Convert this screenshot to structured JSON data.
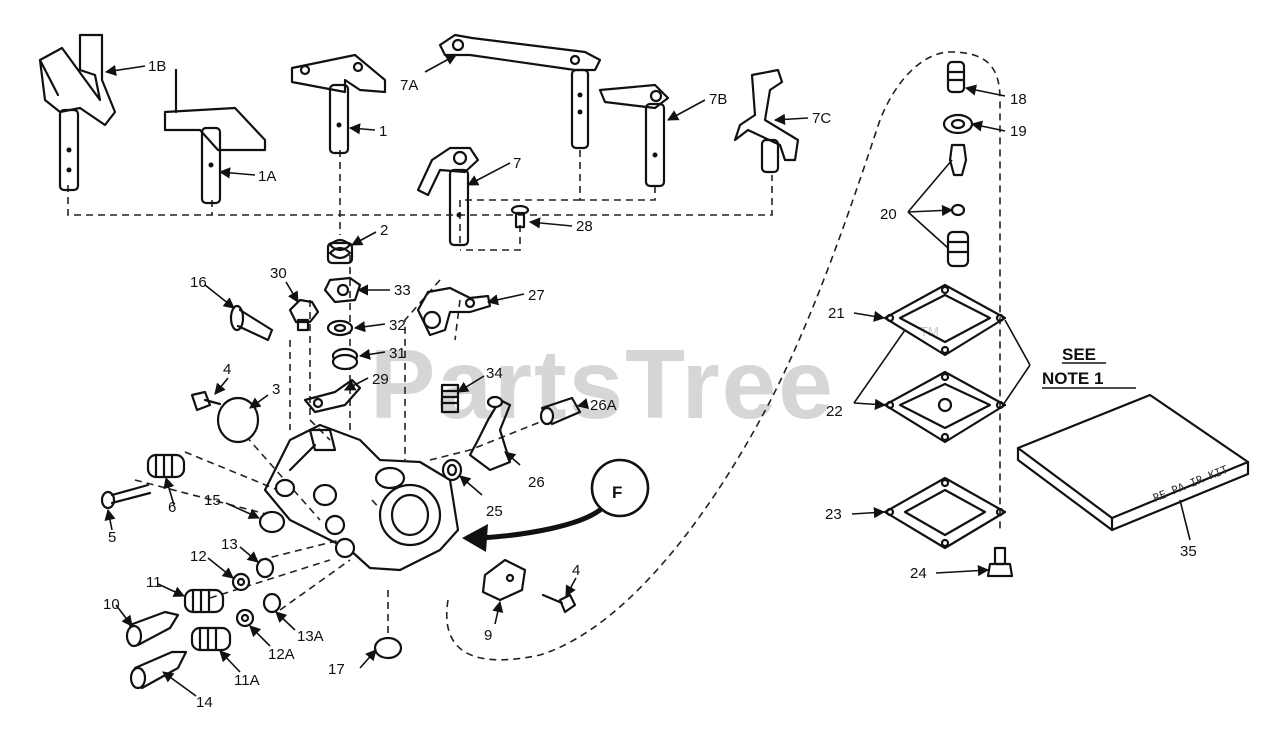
{
  "watermark": {
    "brand": "PartsTree",
    "trademark": "TM"
  },
  "note": {
    "line1": "SEE",
    "line2": "NOTE 1"
  },
  "callout": {
    "letter": "F"
  },
  "kit_text": "RE PA IR KIT",
  "labels": {
    "p1": "1",
    "p1A": "1A",
    "p1B": "1B",
    "p2": "2",
    "p3": "3",
    "p4a": "4",
    "p4b": "4",
    "p5": "5",
    "p6": "6",
    "p7": "7",
    "p7A": "7A",
    "p7B": "7B",
    "p7C": "7C",
    "p9": "9",
    "p10": "10",
    "p11": "11",
    "p11A": "11A",
    "p12": "12",
    "p12A": "12A",
    "p13": "13",
    "p13A": "13A",
    "p14": "14",
    "p15": "15",
    "p16": "16",
    "p17": "17",
    "p18": "18",
    "p19": "19",
    "p20": "20",
    "p21": "21",
    "p22": "22",
    "p23": "23",
    "p24": "24",
    "p25": "25",
    "p26": "26",
    "p26A": "26A",
    "p27": "27",
    "p28": "28",
    "p29": "29",
    "p30": "30",
    "p31": "31",
    "p32": "32",
    "p33": "33",
    "p34": "34",
    "p35": "35"
  }
}
